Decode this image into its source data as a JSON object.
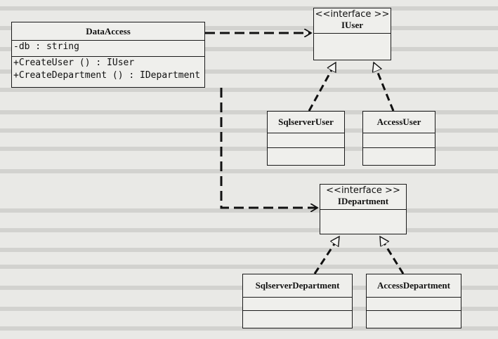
{
  "diagram": {
    "data_access": {
      "name": "DataAccess",
      "attributes": [
        "-db : string"
      ],
      "operations": [
        "+CreateUser () : IUser",
        "+CreateDepartment () : IDepartment"
      ]
    },
    "iuser": {
      "stereotype": "<<interface >>",
      "name": "IUser"
    },
    "idepartment": {
      "stereotype": "<<interface >>",
      "name": "IDepartment"
    },
    "sqlserver_user": {
      "name": "SqlserverUser"
    },
    "access_user": {
      "name": "AccessUser"
    },
    "sqlserver_department": {
      "name": "SqlserverDepartment"
    },
    "access_department": {
      "name": "AccessDepartment"
    }
  }
}
